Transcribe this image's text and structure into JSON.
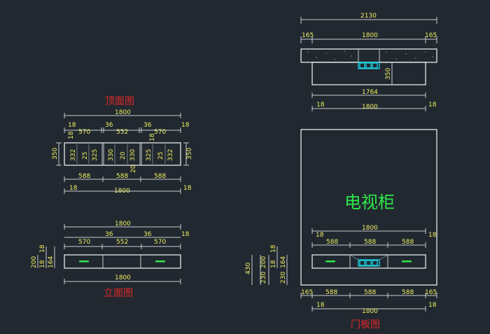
{
  "titles": {
    "top_view": "顶面图",
    "front_view": "立面图",
    "door_view": "门板图",
    "cabinet": "电视柜"
  },
  "tv": {
    "total": "2130",
    "side_left": "165",
    "mid": "1800",
    "side_right": "165",
    "depth": "350",
    "inner": "1764",
    "bottom_left": "18",
    "bottom_mid": "1800",
    "bottom_right": "18"
  },
  "top_view": {
    "total": "1800",
    "right18": "18",
    "top_left18": "18",
    "w1": "570",
    "gap1": "36",
    "w2": "552",
    "gap2": "36",
    "w3": "570",
    "depth_left": "350",
    "depth_right": "350",
    "c1a": "332",
    "c1b": "25",
    "c1c": "325",
    "c2a": "330",
    "c2b": "20",
    "c2c": "330",
    "c3a": "325",
    "c3b": "25",
    "c3c": "332",
    "v18a": "18",
    "v18b": "18",
    "v20": "20",
    "d1": "588",
    "d2": "588",
    "d3": "588",
    "b18l": "18",
    "b1800": "1800",
    "b18r": "18"
  },
  "front_view": {
    "total": "1800",
    "right18": "18",
    "w1": "570",
    "gap1": "36",
    "w2": "552",
    "gap2": "36",
    "w3": "570",
    "h200": "200",
    "h18a": "18",
    "h18b": "18",
    "h164": "164",
    "bottom": "1800"
  },
  "door_view": {
    "top18l": "18",
    "top1800": "1800",
    "top18r": "18",
    "d1": "588",
    "d2": "588",
    "d3": "588",
    "h430": "430",
    "h230": "230",
    "h200": "200",
    "h18a": "18",
    "h18b": "18",
    "h230b": "230",
    "h164": "164",
    "s165l": "165",
    "s588a": "588",
    "s588b": "588",
    "s588c": "588",
    "s165r": "165",
    "b18l": "18",
    "b1800": "1800",
    "b18r": "18"
  }
}
